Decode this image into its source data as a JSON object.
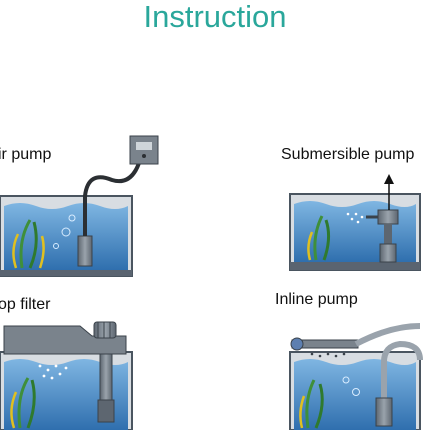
{
  "title": "Instruction",
  "panels": [
    {
      "id": "air-pump",
      "label": "ir pump"
    },
    {
      "id": "submersible-pump",
      "label": "Submersible pump"
    },
    {
      "id": "top-filter",
      "label": "op filter"
    },
    {
      "id": "inline-pump",
      "label": "Inline pump"
    }
  ],
  "colors": {
    "title": "#2aa79b",
    "water": "#3a84c4",
    "water_light": "#7fb6e2",
    "tank_frame": "#5a6470",
    "device": "#707a84",
    "plant_green": "#3f8f3a",
    "plant_yellow": "#e0c020"
  }
}
